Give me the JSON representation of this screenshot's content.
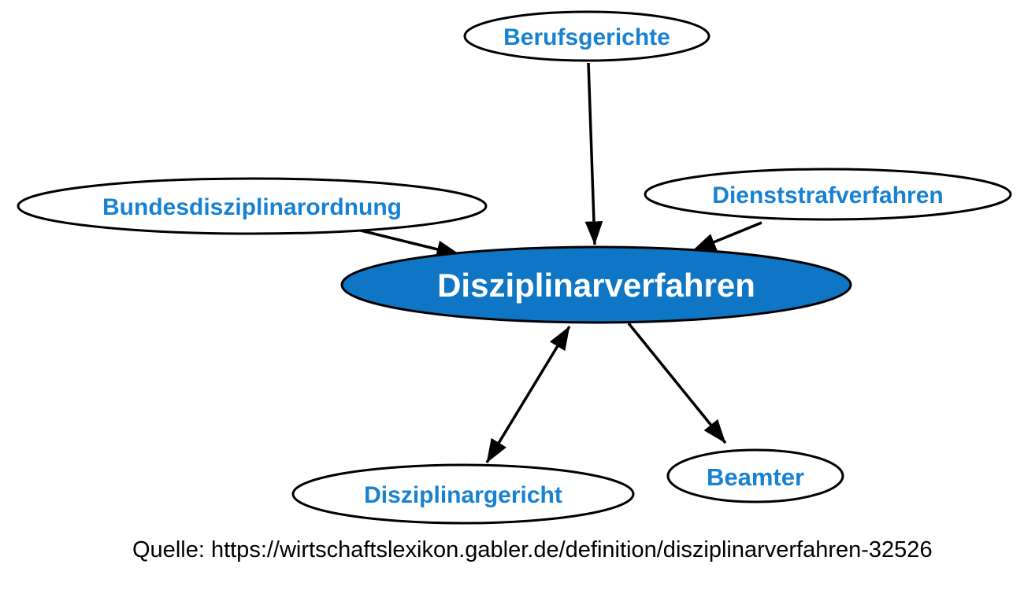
{
  "diagram": {
    "source_caption": "Quelle: https://wirtschaftslexikon.gabler.de/definition/disziplinarverfahren-32526",
    "central_node": {
      "label": "Disziplinarverfahren"
    },
    "nodes": [
      {
        "id": "berufsgerichte",
        "label": "Berufsgerichte"
      },
      {
        "id": "bundesdisziplinarordnung",
        "label": "Bundesdisziplinarordnung"
      },
      {
        "id": "dienststrafverfahren",
        "label": "Dienststrafverfahren"
      },
      {
        "id": "disziplinarverfahren",
        "label": "Disziplinarverfahren"
      },
      {
        "id": "disziplinargericht",
        "label": "Disziplinargericht"
      },
      {
        "id": "beamter",
        "label": "Beamter"
      }
    ],
    "edges": [
      {
        "from": "Berufsgerichte",
        "to": "Disziplinarverfahren",
        "arrow": "to"
      },
      {
        "from": "Bundesdisziplinarordnung",
        "to": "Disziplinarverfahren",
        "arrow": "to"
      },
      {
        "from": "Dienststrafverfahren",
        "to": "Disziplinarverfahren",
        "arrow": "to"
      },
      {
        "from": "Disziplinarverfahren",
        "to": "Disziplinargericht",
        "arrow": "both"
      },
      {
        "from": "Disziplinarverfahren",
        "to": "Beamter",
        "arrow": "to"
      }
    ]
  },
  "colors": {
    "background": "#ffffff",
    "node_fill_white": "#ffffff",
    "node_fill_blue": "#0e76c4",
    "label_blue": "#1781d3",
    "central_label_white": "#ffffff",
    "edge_black": "#000000",
    "caption_black": "#000000"
  }
}
